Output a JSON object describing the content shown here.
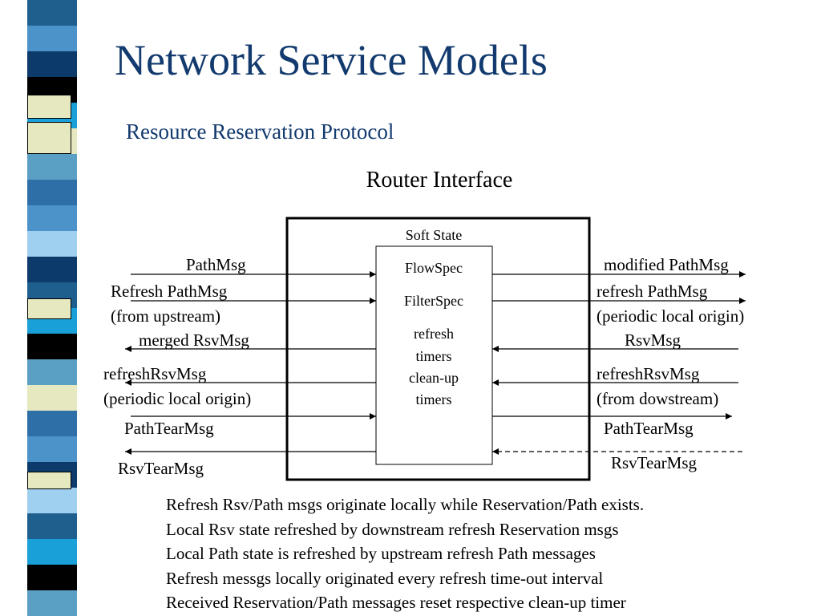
{
  "slide": {
    "title": "Network Service Models",
    "subtitle": "Resource Reservation Protocol"
  },
  "diagram": {
    "caption": "Router Interface",
    "soft_state": {
      "label": "Soft State",
      "entries": [
        "FlowSpec",
        "FilterSpec",
        "refresh",
        "timers",
        "clean-up",
        "timers"
      ]
    },
    "left_labels": [
      "PathMsg",
      "Refresh PathMsg",
      "(from upstream)",
      "merged RsvMsg",
      "refreshRsvMsg",
      "(periodic local origin)",
      "PathTearMsg",
      "RsvTearMsg"
    ],
    "right_labels": [
      "modified PathMsg",
      "refresh PathMsg",
      "(periodic local origin)",
      "RsvMsg",
      "refreshRsvMsg",
      "(from dowstream)",
      "PathTearMsg",
      "RsvTearMsg"
    ]
  },
  "notes": [
    "Refresh Rsv/Path msgs originate locally while Reservation/Path exists.",
    "Local Rsv state  refreshed by downstream refresh Reservation msgs",
    "Local Path state  is refreshed by upstream refresh Path messages",
    "Refresh messgs locally originated every refresh time-out interval",
    "Received Reservation/Path messages reset respective clean-up timer"
  ],
  "colors": {
    "title": "#123a6e",
    "strip": [
      "#1f5f8e",
      "#4b93c9",
      "#0b3a6b",
      "#000000",
      "#e6e8c0",
      "#5a9fc4",
      "#1aa0d8",
      "#2f6fa8",
      "#9fd0ef"
    ]
  }
}
